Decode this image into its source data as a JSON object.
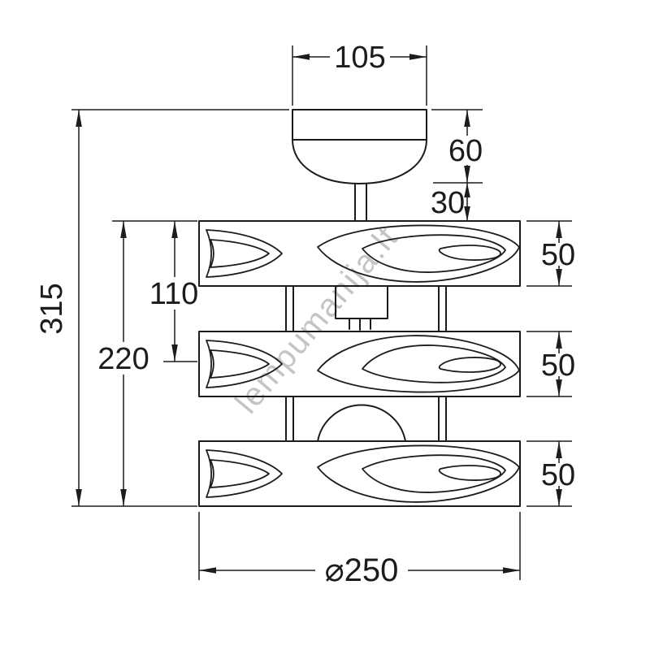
{
  "drawing": {
    "watermark": "lempumanija.lt",
    "colors": {
      "line": "#1c1c1c",
      "watermark": "#c4c4c4",
      "background": "#ffffff"
    },
    "dimensions": {
      "canopy_width": "105",
      "canopy_height": "60",
      "stem_height": "30",
      "overall_height": "315",
      "shade_height": "220",
      "band_offset": "110",
      "band1_height": "50",
      "band2_height": "50",
      "band3_height": "50",
      "diameter": "⌀250"
    }
  }
}
